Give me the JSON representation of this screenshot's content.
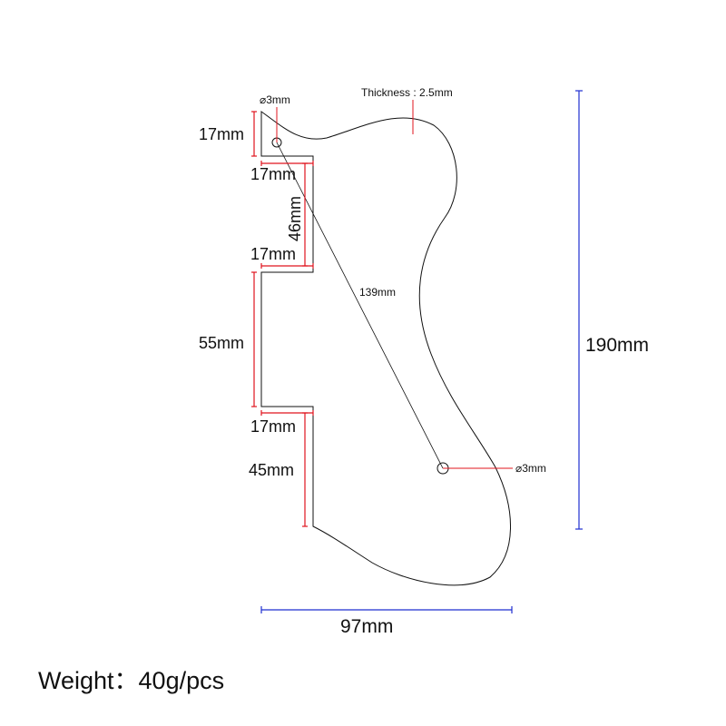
{
  "labels": {
    "hole_top": "⌀3mm",
    "thickness": "Thickness : 2.5mm",
    "dim_17_a": "17mm",
    "dim_17_b": "17mm",
    "dim_46": "46mm",
    "dim_17_c": "17mm",
    "dim_55": "55mm",
    "dim_17_d": "17mm",
    "dim_45": "45mm",
    "diagonal": "139mm",
    "hole_bottom": "⌀3mm",
    "height": "190mm",
    "width": "97mm"
  },
  "weight": "Weight：40g/pcs",
  "colors": {
    "outline": "#111111",
    "red_dim": "#e0141e",
    "blue_dim": "#1f2fd0",
    "text": "#111111"
  }
}
